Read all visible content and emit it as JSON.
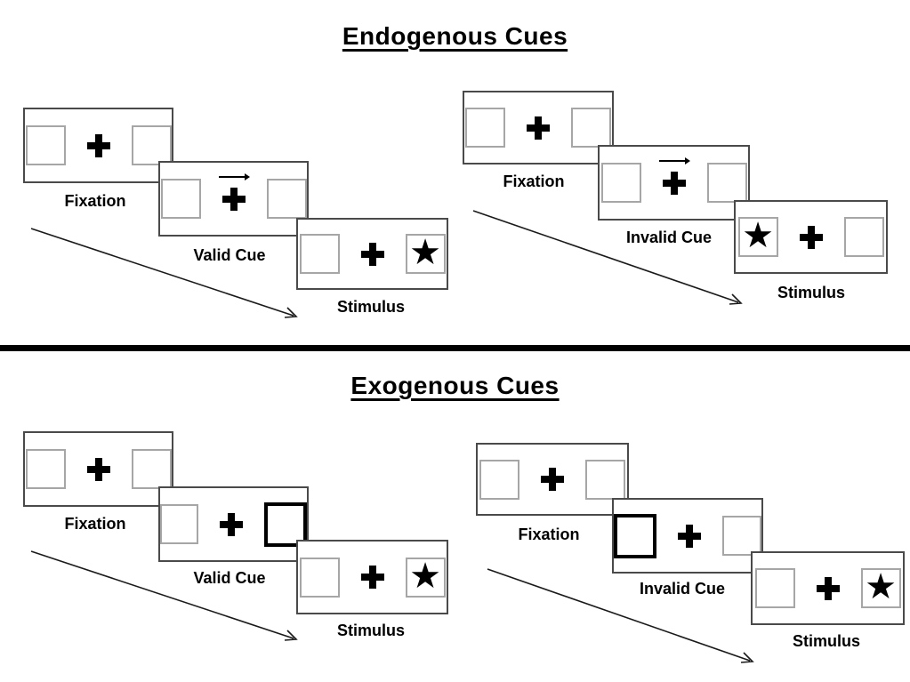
{
  "sections": [
    {
      "title": "Endogenous Cues",
      "groups": [
        {
          "name": "endogenous-valid",
          "panels": [
            {
              "label": "Fixation",
              "left_box": "empty",
              "center": "plus",
              "right_box": "empty"
            },
            {
              "label": "Valid Cue",
              "left_box": "empty",
              "center": "plus-right-arrow",
              "right_box": "empty"
            },
            {
              "label": "Stimulus",
              "left_box": "empty",
              "center": "plus",
              "right_box": "star"
            }
          ]
        },
        {
          "name": "endogenous-invalid",
          "panels": [
            {
              "label": "Fixation",
              "left_box": "empty",
              "center": "plus",
              "right_box": "empty"
            },
            {
              "label": "Invalid Cue",
              "left_box": "empty",
              "center": "plus-right-arrow",
              "right_box": "empty"
            },
            {
              "label": "Stimulus",
              "left_box": "star",
              "center": "plus",
              "right_box": "empty"
            }
          ]
        }
      ]
    },
    {
      "title": "Exogenous Cues",
      "groups": [
        {
          "name": "exogenous-valid",
          "panels": [
            {
              "label": "Fixation",
              "left_box": "empty",
              "center": "plus",
              "right_box": "empty"
            },
            {
              "label": "Valid Cue",
              "left_box": "empty",
              "center": "plus",
              "right_box": "highlighted"
            },
            {
              "label": "Stimulus",
              "left_box": "empty",
              "center": "plus",
              "right_box": "star"
            }
          ]
        },
        {
          "name": "exogenous-invalid",
          "panels": [
            {
              "label": "Fixation",
              "left_box": "empty",
              "center": "plus",
              "right_box": "empty"
            },
            {
              "label": "Invalid Cue",
              "left_box": "highlighted",
              "center": "plus",
              "right_box": "empty"
            },
            {
              "label": "Stimulus",
              "left_box": "empty",
              "center": "plus",
              "right_box": "star"
            }
          ]
        }
      ]
    }
  ],
  "symbols": {
    "star": "★"
  },
  "colors": {
    "background": "#ffffff",
    "ink": "#000000",
    "panel_border": "#4a4a4a",
    "box_border": "#a6a6a6",
    "highlight_border": "#000000"
  }
}
